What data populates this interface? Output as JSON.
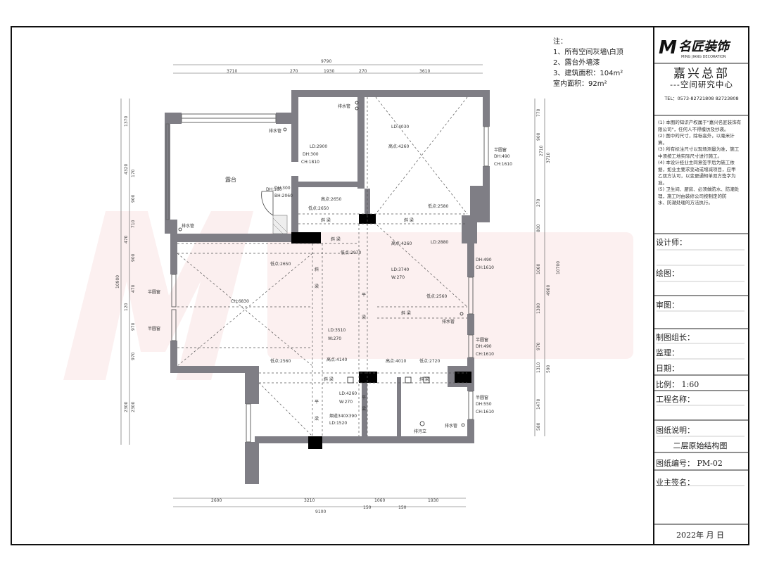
{
  "notes": {
    "heading": "注：",
    "items": [
      "1、所有空间灰墙\\白顶",
      "2、露台外墙漆",
      "3、建筑面积：104m²",
      "    室内面积：92m²"
    ]
  },
  "title_block": {
    "logo_text": "名匠装饰",
    "logo_sub": "MING JIANG DECORATION",
    "hq": "嘉兴总部",
    "center": "---空间研究中心",
    "tel": "TEL：0573-82721808  82723808",
    "legal": [
      "(1) 本图的知识产权属于\"嘉兴名匠装饰有限公司\"，任何人不得模仿及抄袭。",
      "(2) 图中的尺寸，除标高外，以毫米计算。",
      "(3) 所有标注尺寸以现场测量为准，施工中须按工地实际尺寸进行施工。",
      "(4) 本设计经业主同意签字后为施工依据，如业主要求变动或增减项目，应甲",
      "乙双方认可，以变更通知单双方签字为准。",
      "(5) 卫生间、厨房、必须做防水、防潮处理，施工时由装修公司按制定的防",
      "水、防潮处理的方法执行。"
    ],
    "designer": "设计师：",
    "drafter": "绘图：",
    "reviewer": "审图：",
    "team_lead": "制图组长：",
    "supervisor": "监理：",
    "date": "日期：",
    "scale": "比例：  1:60",
    "project": "工程名称：",
    "desc_label": "图纸说明：",
    "desc_value": "二层原始结构图",
    "drawing_no": "图纸编号：  PM-02",
    "owner_sign": "业主签名：",
    "year_line": "2022年        月      日"
  },
  "plan": {
    "rooms": [
      "露台"
    ],
    "labels": {
      "drain1": "排水管",
      "drain2": "排水管",
      "drain3": "排水管",
      "drain4": "排水管",
      "drain5": "排水管",
      "sewer": "排污立",
      "ld4030": "LD:4030",
      "hi4260a": "高点:4260",
      "ld2900": "LD:2900",
      "dh300a": "DH:300",
      "ch1810": "CH:1810",
      "dh300b": "DH:300",
      "bh2060": "BH:2060",
      "dh180": "DH:180",
      "hi2650": "高点:2650",
      "lo2650a": "低点:2650",
      "lo2580a": "低点:2580",
      "bw1": "半圆窗",
      "dh490a": "DH:490",
      "ch1610a": "CH:1610",
      "xieliang1": "斜    梁",
      "xieliang2": "斜    梁",
      "xieliang3": "斜    梁",
      "xieliang4": "斜    梁",
      "xieliang5": "斜    梁",
      "xieliang6": "斜    梁",
      "xie_v1": "斜",
      "liang_v1": "梁",
      "lo2970": "低点:2970",
      "lo2650b": "低点:2650",
      "hi4260b": "高点:4260",
      "ld2880": "LD:2880",
      "dh490b": "DH:490",
      "ch1610b": "CH:1610",
      "ld3740": "LD:3740",
      "w270a": "W:270",
      "ping1": "平",
      "liang2": "梁",
      "ch6830": "CH:6830",
      "bw2": "半圆窗",
      "bw3": "半圆窗",
      "lo2560a": "低点:2560",
      "ld3510": "LD:3510",
      "w270b": "W:270",
      "bw4": "半圆窗",
      "dh490c": "DH:490",
      "ch1610c": "CH:1610",
      "lo2560b": "低点:2560",
      "hi4140": "高点:4140",
      "hi4010": "高点:4010",
      "lo2720": "低点:2720",
      "ld4260": "LD:4260",
      "w270c": "W:270",
      "sq": "烟道340X390",
      "ld1520": "LD:1520",
      "bw5": "半圆窗",
      "dh550": "DH:550",
      "ch1610d": "CH:1610",
      "ping2": "平",
      "liang3": "梁",
      "ping3": "平",
      "liang4": "梁"
    },
    "dims_top": {
      "total": "9790",
      "segs": [
        "3710",
        "270",
        "1930",
        "270",
        "3610"
      ]
    },
    "dims_bottom": {
      "total": "9100",
      "segs": [
        "2600",
        "3210",
        "150",
        "1060",
        "150",
        "1930"
      ]
    },
    "dims_left": {
      "total": "10900",
      "segs": [
        "1370",
        "4320",
        "170",
        "900",
        "710",
        "470",
        "900",
        "470",
        "120",
        "970",
        "970",
        "2300",
        "2300"
      ]
    },
    "dims_right": {
      "total": "10700",
      "segs": [
        "770",
        "900",
        "2710",
        "3710",
        "270",
        "800",
        "1060",
        "4900",
        "1300",
        "970",
        "590",
        "1310",
        "1470",
        "580"
      ]
    }
  }
}
